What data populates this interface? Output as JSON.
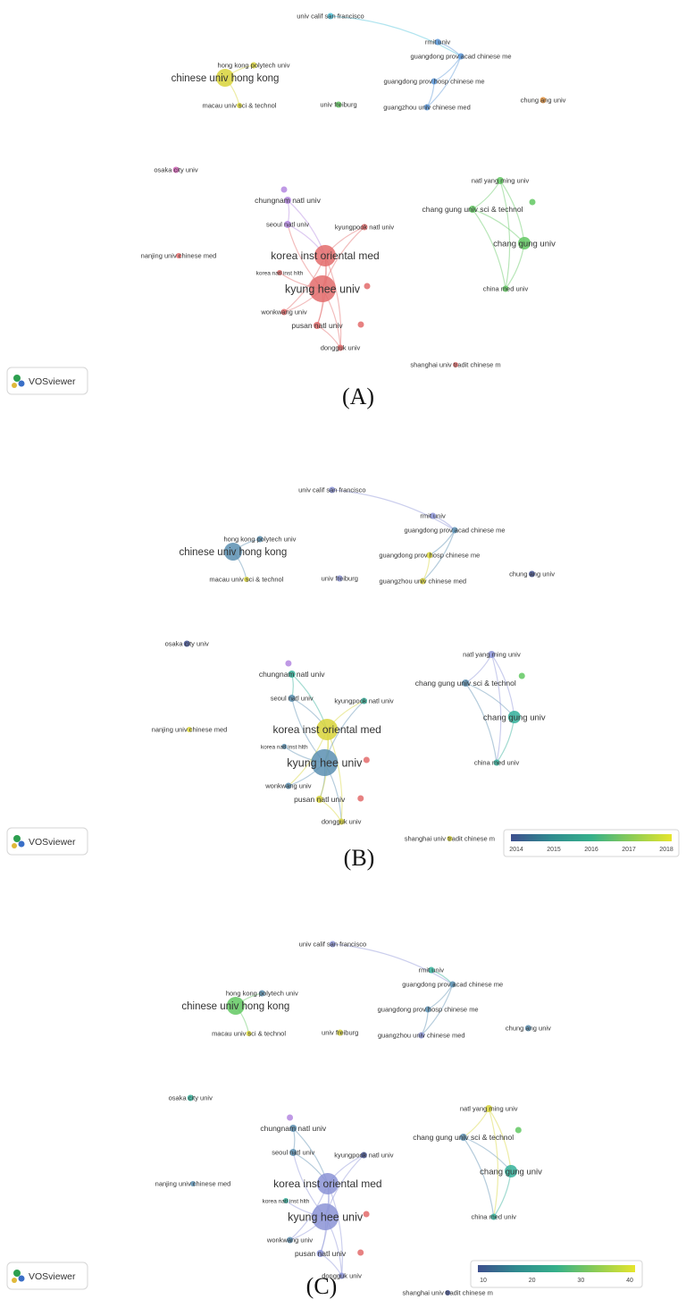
{
  "branding": {
    "logo_text": "VOSviewer"
  },
  "colors": {
    "red": "#e36b6b",
    "cyan": "#4fc3dc",
    "blue": "#5b97d8",
    "green": "#62c862",
    "purple": "#b487e0",
    "yellow": "#d8d43a",
    "orange": "#e3913a",
    "magenta": "#d05fb4",
    "steel": "#5a8fb2",
    "teal": "#34b09a",
    "lavender": "#8b93d6",
    "dark": "#3f4f8f"
  },
  "panels": [
    {
      "caption": "(A)",
      "legend": null,
      "nodes": [
        {
          "id": "ucsf",
          "label": "univ calif san francisco",
          "c": "cyan"
        },
        {
          "id": "rmit",
          "label": "rmit univ",
          "c": "blue"
        },
        {
          "id": "gdpa",
          "label": "guangdong prov acad chinese me",
          "c": "blue"
        },
        {
          "id": "gdph",
          "label": "guangdong prov hosp chinese me",
          "c": "blue"
        },
        {
          "id": "gzu",
          "label": "guangzhou univ chinese med",
          "c": "blue"
        },
        {
          "id": "cuhk",
          "label": "chinese univ hong kong",
          "c": "yellow"
        },
        {
          "id": "hkpu",
          "label": "hong kong polytech univ",
          "c": "yellow"
        },
        {
          "id": "macau",
          "label": "macau univ sci & technol",
          "c": "yellow"
        },
        {
          "id": "freib",
          "label": "univ freiburg",
          "c": "green"
        },
        {
          "id": "chungang",
          "label": "chung ang univ",
          "c": "orange"
        },
        {
          "id": "osaka",
          "label": "osaka city univ",
          "c": "magenta"
        },
        {
          "id": "natlym",
          "label": "natl yang ming univ",
          "c": "green"
        },
        {
          "id": "cgust",
          "label": "chang gung univ sci & technol",
          "c": "green"
        },
        {
          "id": "cgu",
          "label": "chang gung univ",
          "c": "green"
        },
        {
          "id": "cmu",
          "label": "china med univ",
          "c": "green"
        },
        {
          "id": "chungnam",
          "label": "chungnam natl univ",
          "c": "purple"
        },
        {
          "id": "seoul",
          "label": "seoul natl univ",
          "c": "purple"
        },
        {
          "id": "kyungpook",
          "label": "kyungpook natl univ",
          "c": "red"
        },
        {
          "id": "nanjing",
          "label": "nanjing univ chinese med",
          "c": "red"
        },
        {
          "id": "kiom",
          "label": "korea inst oriental med",
          "c": "red"
        },
        {
          "id": "knih",
          "label": "korea natl inst hlth",
          "c": "red"
        },
        {
          "id": "khu",
          "label": "kyung hee univ",
          "c": "red"
        },
        {
          "id": "wonk",
          "label": "wonkwang univ",
          "c": "red"
        },
        {
          "id": "pusan",
          "label": "pusan natl univ",
          "c": "red"
        },
        {
          "id": "dongguk",
          "label": "dongguk univ",
          "c": "red"
        },
        {
          "id": "shanghai",
          "label": "shanghai univ tradit chinese m",
          "c": "red"
        }
      ]
    },
    {
      "caption": "(B)",
      "legend": {
        "ticks": [
          "2014",
          "2015",
          "2016",
          "2017",
          "2018"
        ],
        "colors": [
          "#3d4f8e",
          "#2f8b8f",
          "#35b08a",
          "#8ccc55",
          "#e6e52c"
        ]
      },
      "nodes": [
        {
          "id": "ucsf",
          "label": "univ calif san francisco",
          "c": "lavender"
        },
        {
          "id": "rmit",
          "label": "rmit univ",
          "c": "lavender"
        },
        {
          "id": "gdpa",
          "label": "guangdong prov acad chinese me",
          "c": "steel"
        },
        {
          "id": "gdph",
          "label": "guangdong prov hosp chinese me",
          "c": "yellow"
        },
        {
          "id": "gzu",
          "label": "guangzhou univ chinese med",
          "c": "yellow"
        },
        {
          "id": "cuhk",
          "label": "chinese univ hong kong",
          "c": "steel"
        },
        {
          "id": "hkpu",
          "label": "hong kong polytech univ",
          "c": "steel"
        },
        {
          "id": "macau",
          "label": "macau univ sci & technol",
          "c": "yellow"
        },
        {
          "id": "freib",
          "label": "univ freiburg",
          "c": "lavender"
        },
        {
          "id": "chungang",
          "label": "chung ang univ",
          "c": "dark"
        },
        {
          "id": "osaka",
          "label": "osaka city univ",
          "c": "dark"
        },
        {
          "id": "natlym",
          "label": "natl yang ming univ",
          "c": "lavender"
        },
        {
          "id": "cgust",
          "label": "chang gung univ sci & technol",
          "c": "steel"
        },
        {
          "id": "cgu",
          "label": "chang gung univ",
          "c": "teal"
        },
        {
          "id": "cmu",
          "label": "china med univ",
          "c": "teal"
        },
        {
          "id": "chungnam",
          "label": "chungnam natl univ",
          "c": "teal"
        },
        {
          "id": "seoul",
          "label": "seoul natl univ",
          "c": "steel"
        },
        {
          "id": "kyungpook",
          "label": "kyungpook natl univ",
          "c": "teal"
        },
        {
          "id": "nanjing",
          "label": "nanjing univ chinese med",
          "c": "yellow"
        },
        {
          "id": "kiom",
          "label": "korea inst oriental med",
          "c": "yellow"
        },
        {
          "id": "knih",
          "label": "korea natl inst hlth",
          "c": "steel"
        },
        {
          "id": "khu",
          "label": "kyung hee univ",
          "c": "steel"
        },
        {
          "id": "wonk",
          "label": "wonkwang univ",
          "c": "steel"
        },
        {
          "id": "pusan",
          "label": "pusan natl univ",
          "c": "yellow"
        },
        {
          "id": "dongguk",
          "label": "dongguk univ",
          "c": "yellow"
        },
        {
          "id": "shanghai",
          "label": "shanghai univ tradit chinese m",
          "c": "yellow"
        }
      ]
    },
    {
      "caption": "(C)",
      "legend": {
        "ticks": [
          "10",
          "20",
          "30",
          "40"
        ],
        "colors": [
          "#3d4f8e",
          "#2f8b8f",
          "#35b08a",
          "#8ccc55",
          "#e6e52c"
        ]
      },
      "nodes": [
        {
          "id": "ucsf",
          "label": "univ calif san francisco",
          "c": "lavender"
        },
        {
          "id": "rmit",
          "label": "rmit univ",
          "c": "teal"
        },
        {
          "id": "gdpa",
          "label": "guangdong prov acad chinese me",
          "c": "steel"
        },
        {
          "id": "gdph",
          "label": "guangdong prov hosp chinese me",
          "c": "steel"
        },
        {
          "id": "gzu",
          "label": "guangzhou univ chinese med",
          "c": "lavender"
        },
        {
          "id": "cuhk",
          "label": "chinese univ hong kong",
          "c": "green"
        },
        {
          "id": "hkpu",
          "label": "hong kong polytech univ",
          "c": "steel"
        },
        {
          "id": "macau",
          "label": "macau univ sci & technol",
          "c": "yellow"
        },
        {
          "id": "freib",
          "label": "univ freiburg",
          "c": "yellow"
        },
        {
          "id": "chungang",
          "label": "chung ang univ",
          "c": "steel"
        },
        {
          "id": "osaka",
          "label": "osaka city univ",
          "c": "teal"
        },
        {
          "id": "natlym",
          "label": "natl yang ming univ",
          "c": "yellow"
        },
        {
          "id": "cgust",
          "label": "chang gung univ sci & technol",
          "c": "steel"
        },
        {
          "id": "cgu",
          "label": "chang gung univ",
          "c": "teal"
        },
        {
          "id": "cmu",
          "label": "china med univ",
          "c": "teal"
        },
        {
          "id": "chungnam",
          "label": "chungnam natl univ",
          "c": "steel"
        },
        {
          "id": "seoul",
          "label": "seoul natl univ",
          "c": "steel"
        },
        {
          "id": "kyungpook",
          "label": "kyungpook natl univ",
          "c": "dark"
        },
        {
          "id": "nanjing",
          "label": "nanjing univ chinese med",
          "c": "steel"
        },
        {
          "id": "kiom",
          "label": "korea inst oriental med",
          "c": "lavender"
        },
        {
          "id": "knih",
          "label": "korea natl inst hlth",
          "c": "teal"
        },
        {
          "id": "khu",
          "label": "kyung hee univ",
          "c": "lavender"
        },
        {
          "id": "wonk",
          "label": "wonkwang univ",
          "c": "steel"
        },
        {
          "id": "pusan",
          "label": "pusan natl univ",
          "c": "lavender"
        },
        {
          "id": "dongguk",
          "label": "dongguk univ",
          "c": "lavender"
        },
        {
          "id": "shanghai",
          "label": "shanghai univ tradit chinese m",
          "c": "dark"
        }
      ]
    }
  ],
  "edges": [
    [
      "ucsf",
      "gdpa"
    ],
    [
      "rmit",
      "gdpa"
    ],
    [
      "gdpa",
      "gdph"
    ],
    [
      "gdph",
      "gzu"
    ],
    [
      "gdpa",
      "gzu"
    ],
    [
      "cuhk",
      "hkpu"
    ],
    [
      "cuhk",
      "macau"
    ],
    [
      "chungnam",
      "seoul"
    ],
    [
      "chungnam",
      "kiom"
    ],
    [
      "seoul",
      "kiom"
    ],
    [
      "kiom",
      "khu"
    ],
    [
      "kiom",
      "kyungpook"
    ],
    [
      "khu",
      "knih"
    ],
    [
      "khu",
      "wonk"
    ],
    [
      "khu",
      "pusan"
    ],
    [
      "khu",
      "dongguk"
    ],
    [
      "kiom",
      "pusan"
    ],
    [
      "kiom",
      "dongguk"
    ],
    [
      "pusan",
      "dongguk"
    ],
    [
      "khu",
      "seoul"
    ],
    [
      "kiom",
      "wonk"
    ],
    [
      "khu",
      "kyungpook"
    ],
    [
      "natlym",
      "cgust"
    ],
    [
      "natlym",
      "cgu"
    ],
    [
      "cgust",
      "cgu"
    ],
    [
      "cgu",
      "cmu"
    ],
    [
      "cgust",
      "cmu"
    ],
    [
      "natlym",
      "cmu"
    ]
  ]
}
